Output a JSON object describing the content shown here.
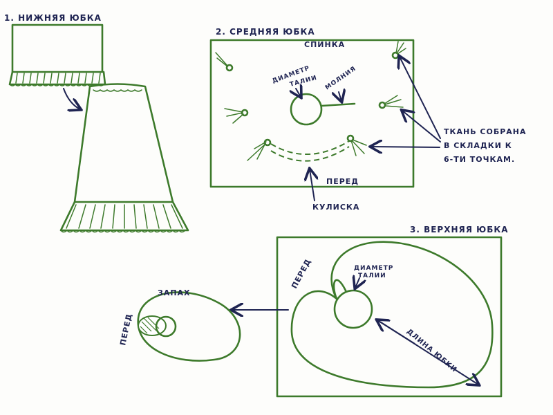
{
  "section1": {
    "title": "1. НИЖНЯЯ ЮБКА"
  },
  "section2": {
    "title": "2. СРЕДНЯЯ ЮБКА",
    "back": "СПИНКА",
    "waist_1": "ДИАМЕТР",
    "waist_2": "ТАЛИИ",
    "zipper": "МОЛНИЯ",
    "front": "ПЕРЕД",
    "drawstring": "КУЛИСКА",
    "note_1": "ТКАНЬ СОБРАНА",
    "note_2": "В СКЛАДКИ К",
    "note_3": "6-ТИ ТОЧКАМ."
  },
  "section3": {
    "title": "3. ВЕРХНЯЯ ЮБКА",
    "front": "ПЕРЕД",
    "waist_1": "ДИАМЕТР",
    "waist_2": "ТАЛИИ",
    "length": "ДЛИНА ЮБКИ",
    "wrap": "ЗАПАХ",
    "front_result": "ПЕРЕД"
  },
  "colors": {
    "pencil_green": "#3d7a2b",
    "ink_navy": "#1f2452"
  }
}
